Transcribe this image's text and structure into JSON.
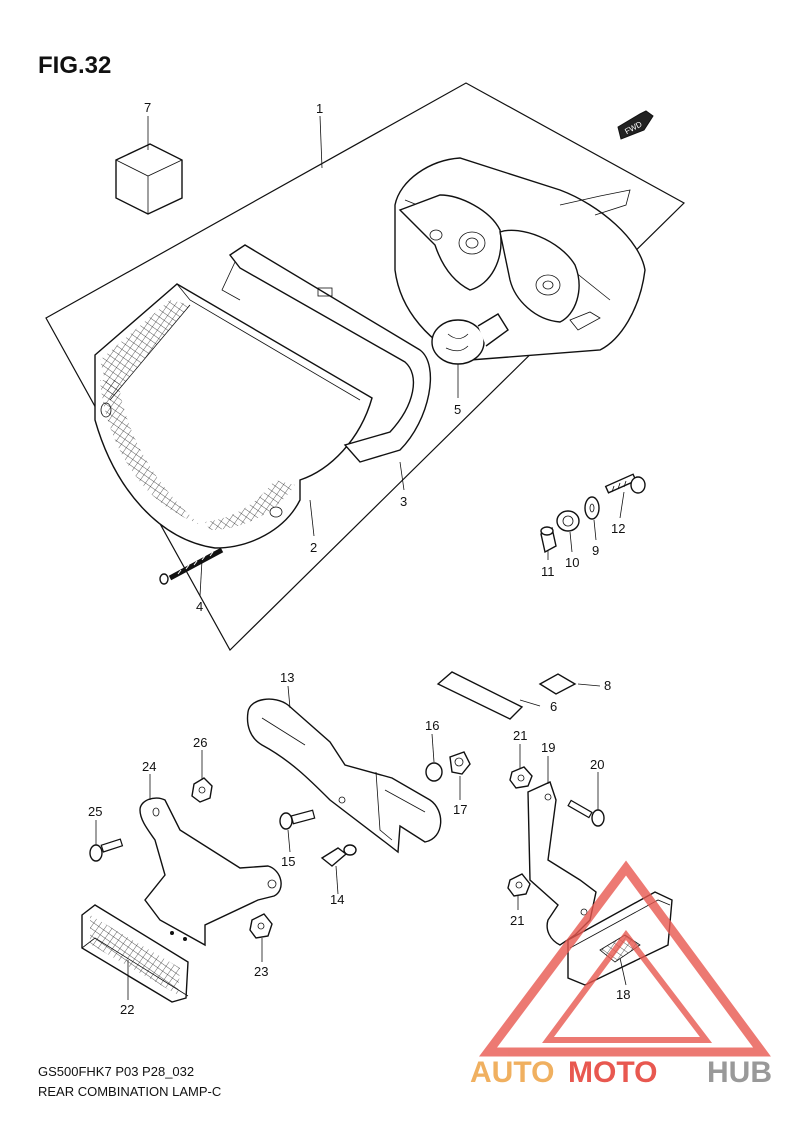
{
  "figure_title": "FIG.32",
  "fwd_label": "FWD",
  "footer": {
    "code": "GS500FHK7 P03 P28_032",
    "name": "REAR COMBINATION LAMP-C"
  },
  "watermark": {
    "auto": "AUTO",
    "moto": "MOTO",
    "hub": "HUB",
    "color_orange": "#f0b060",
    "color_red": "#e85850",
    "color_gray": "#999999"
  },
  "callouts": [
    {
      "id": "c1",
      "text": "1"
    },
    {
      "id": "c2",
      "text": "2"
    },
    {
      "id": "c3",
      "text": "3"
    },
    {
      "id": "c4",
      "text": "4"
    },
    {
      "id": "c5",
      "text": "5"
    },
    {
      "id": "c6",
      "text": "6"
    },
    {
      "id": "c7",
      "text": "7"
    },
    {
      "id": "c8",
      "text": "8"
    },
    {
      "id": "c9",
      "text": "9"
    },
    {
      "id": "c10",
      "text": "10"
    },
    {
      "id": "c11",
      "text": "11"
    },
    {
      "id": "c12",
      "text": "12"
    },
    {
      "id": "c13",
      "text": "13"
    },
    {
      "id": "c14",
      "text": "14"
    },
    {
      "id": "c15",
      "text": "15"
    },
    {
      "id": "c16",
      "text": "16"
    },
    {
      "id": "c17",
      "text": "17"
    },
    {
      "id": "c18",
      "text": "18"
    },
    {
      "id": "c19",
      "text": "19"
    },
    {
      "id": "c20",
      "text": "20"
    },
    {
      "id": "c21a",
      "text": "21"
    },
    {
      "id": "c21b",
      "text": "21"
    },
    {
      "id": "c22",
      "text": "22"
    },
    {
      "id": "c23",
      "text": "23"
    },
    {
      "id": "c24",
      "text": "24"
    },
    {
      "id": "c25",
      "text": "25"
    },
    {
      "id": "c26",
      "text": "26"
    }
  ]
}
